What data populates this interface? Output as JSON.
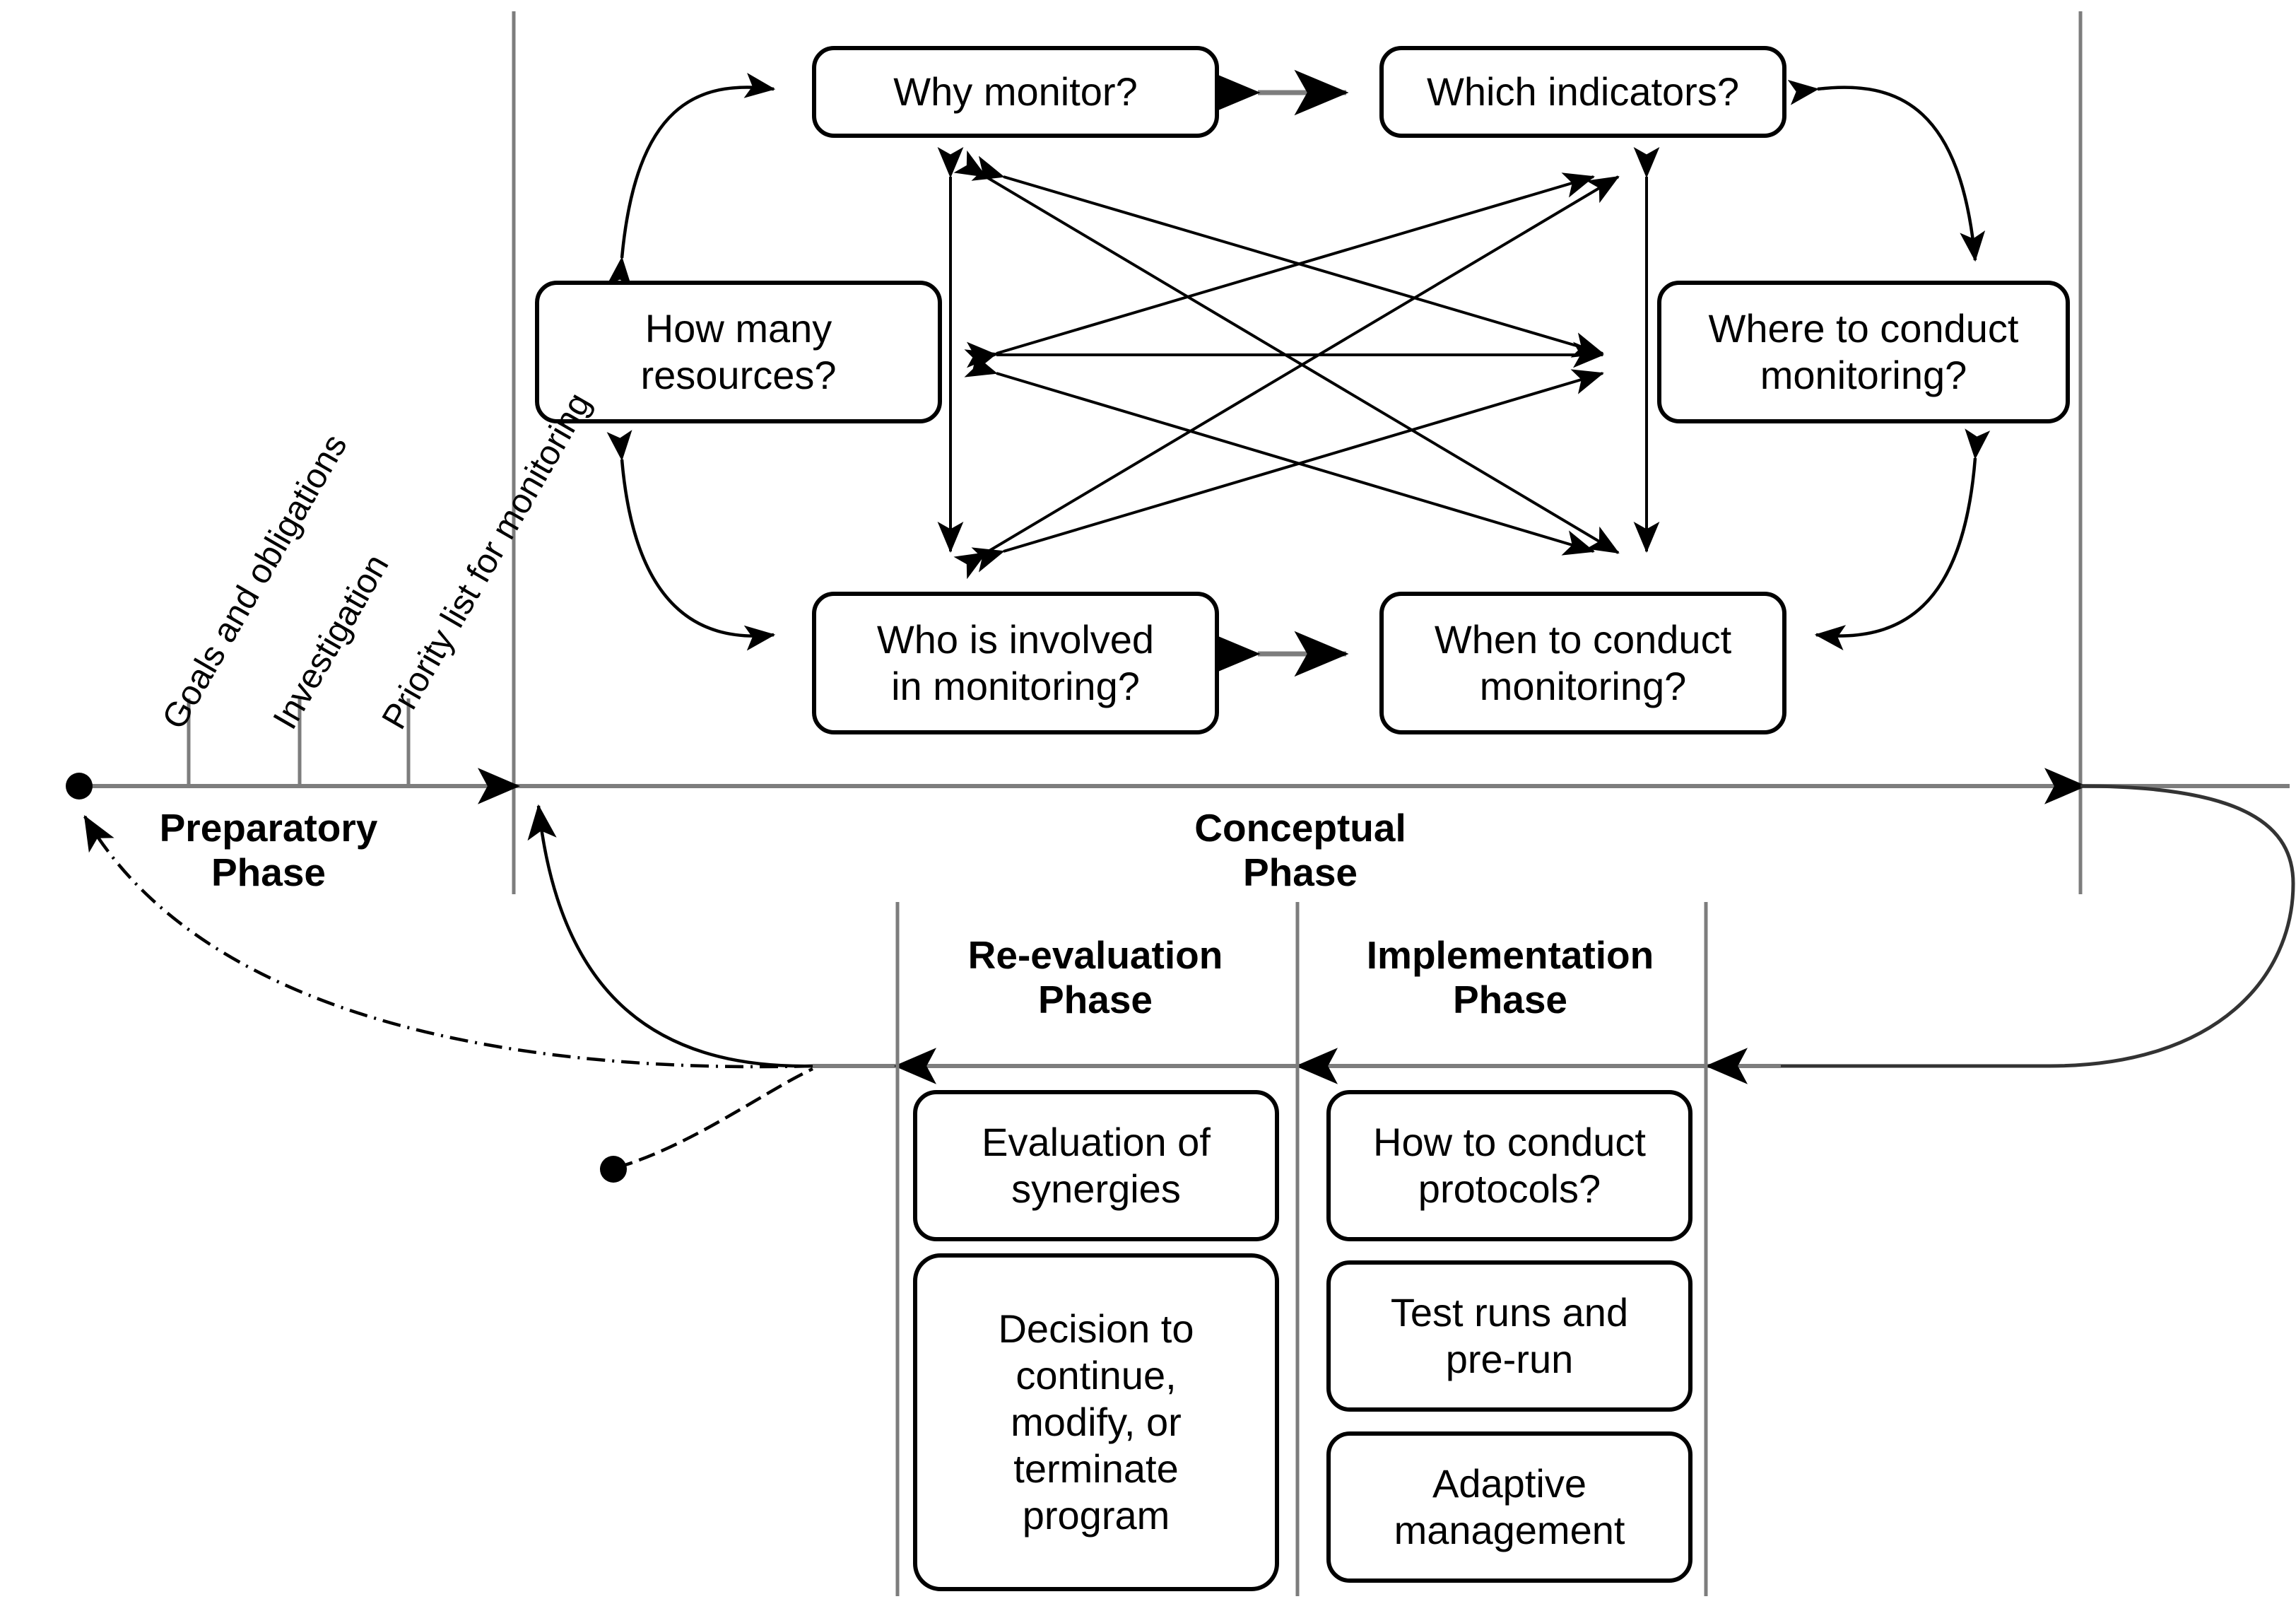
{
  "diagram": {
    "title": "Monitoring program phase framework",
    "stroke_color": "#000000",
    "axis_color": "#7d7d7d"
  },
  "timeline": {
    "preparatory_ticks": [
      {
        "label": "Goals and obligations"
      },
      {
        "label": "Investigation"
      },
      {
        "label": "Priority list for monitoring"
      }
    ]
  },
  "phases": [
    {
      "id": "preparatory",
      "label": "Preparatory\nPhase"
    },
    {
      "id": "conceptual",
      "label": "Conceptual\nPhase"
    },
    {
      "id": "reevaluation",
      "label": "Re-evaluation\nPhase"
    },
    {
      "id": "implementation",
      "label": "Implementation\nPhase"
    }
  ],
  "conceptual": {
    "boxes": [
      {
        "id": "why-monitor",
        "label": "Why monitor?"
      },
      {
        "id": "which-indicators",
        "label": "Which indicators?"
      },
      {
        "id": "how-many-resources",
        "label": "How many\nresources?"
      },
      {
        "id": "where-to-conduct-monitoring",
        "label": "Where to conduct\nmonitoring?"
      },
      {
        "id": "who-is-involved",
        "label": "Who is involved\nin monitoring?"
      },
      {
        "id": "when-to-conduct-monitoring",
        "label": "When to conduct\nmonitoring?"
      }
    ]
  },
  "reevaluation": {
    "boxes": [
      {
        "id": "evaluation-of-synergies",
        "label": "Evaluation of\nsynergies"
      },
      {
        "id": "decision-to-continue",
        "label": "Decision to\ncontinue,\nmodify, or\nterminate\nprogram"
      }
    ]
  },
  "implementation": {
    "boxes": [
      {
        "id": "how-to-conduct-protocols",
        "label": "How to conduct\nprotocols?"
      },
      {
        "id": "test-runs-and-pre-run",
        "label": "Test runs and\npre-run"
      },
      {
        "id": "adaptive-management",
        "label": "Adaptive\nmanagement"
      }
    ]
  }
}
